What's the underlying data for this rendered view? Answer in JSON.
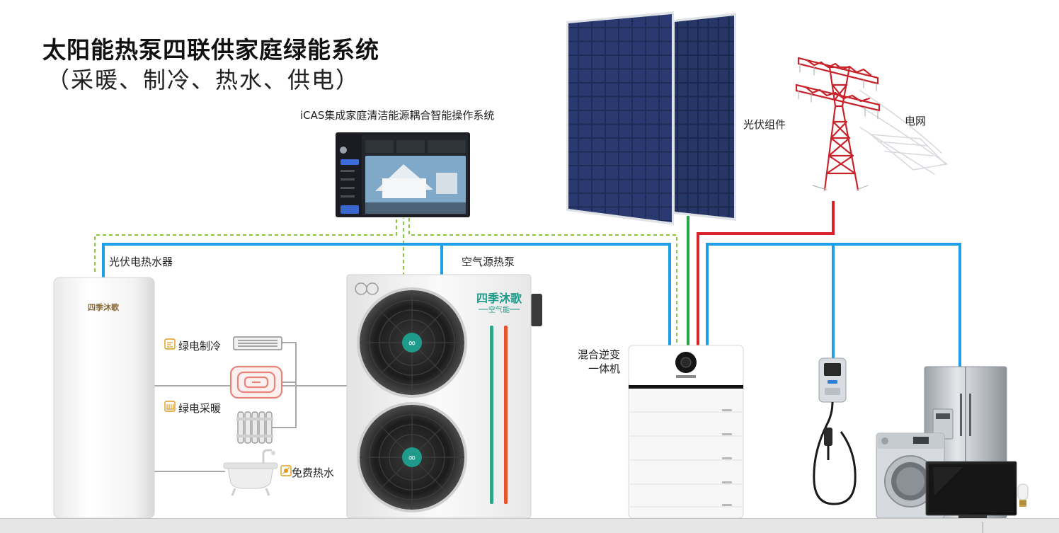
{
  "header": {
    "title": "太阳能热泵四联供家庭绿能系统",
    "subtitle": "（采暖、制冷、热水、供电）"
  },
  "labels": {
    "icas": "iCAS集成家庭清洁能源耦合智能操作系统",
    "pv": "光伏组件",
    "grid": "电网",
    "water_heater": "光伏电热水器",
    "heat_pump": "空气源热泵",
    "inverter_line1": "混合逆变",
    "inverter_line2": "一体机",
    "cooling": "绿电制冷",
    "heating": "绿电采暖",
    "hot_water": "免费热水"
  },
  "brand": {
    "tank_logo": "四季沐歌",
    "pump_logo": "四季沐歌",
    "pump_sub": "空气能"
  },
  "colors": {
    "blue_line": "#1f9fe6",
    "green_line": "#26a649",
    "red_line": "#d8232a",
    "dashed_line": "#8cc63f",
    "pump_bar_green": "#2fa68a",
    "pump_bar_red": "#e8532f",
    "logo_teal": "#1e9b8a",
    "icon_orange": "#e39a1c",
    "pipe_gray": "#a8a8a8"
  },
  "icons": {
    "cooling": "snowflake-icon",
    "heating": "radiator-icon",
    "hot_water": "sun-icon",
    "pump_fan_logo": "infinity-icon"
  }
}
